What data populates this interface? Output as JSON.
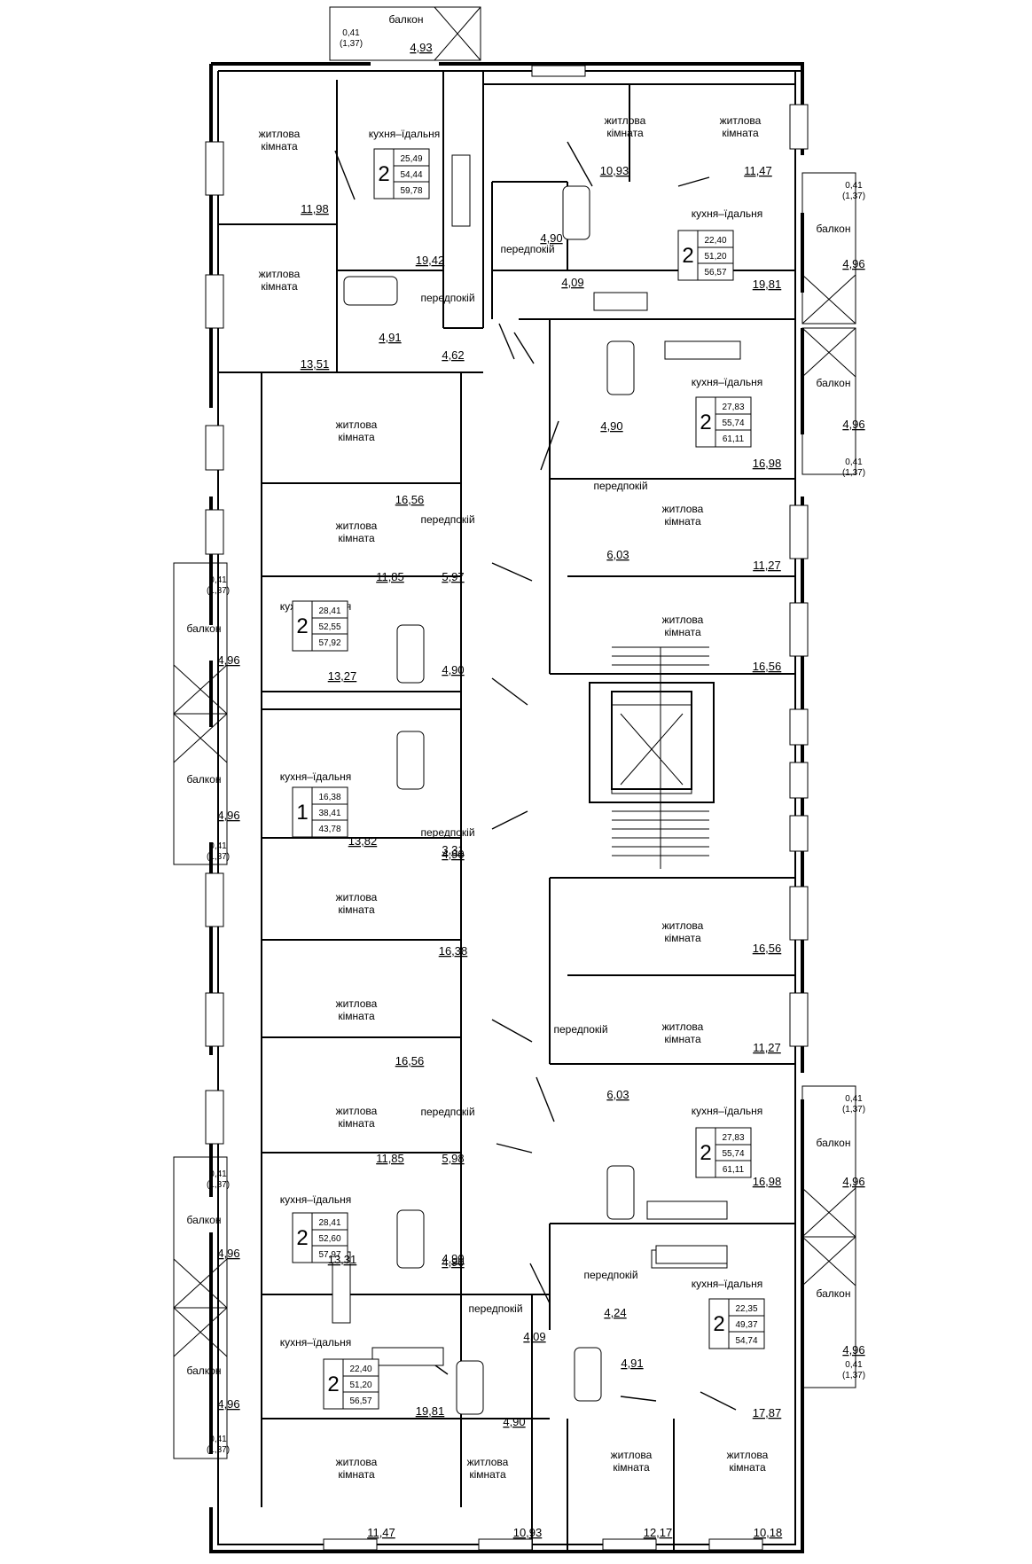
{
  "labels": {
    "living_room": [
      "житлова",
      "кімната"
    ],
    "kitchen": "кухня–їдальня",
    "hall": "передпокій",
    "balcony": "балкон"
  },
  "apartments": [
    {
      "rooms": "2",
      "areas": [
        "25,49",
        "54,44",
        "59,78"
      ]
    },
    {
      "rooms": "2",
      "areas": [
        "22,40",
        "51,20",
        "56,57"
      ]
    },
    {
      "rooms": "2",
      "areas": [
        "27,83",
        "55,74",
        "61,11"
      ]
    },
    {
      "rooms": "2",
      "areas": [
        "28,41",
        "52,55",
        "57,92"
      ]
    },
    {
      "rooms": "1",
      "areas": [
        "16,38",
        "38,41",
        "43,78"
      ]
    },
    {
      "rooms": "2",
      "areas": [
        "27,83",
        "55,74",
        "61,11"
      ]
    },
    {
      "rooms": "2",
      "areas": [
        "28,41",
        "52,60",
        "57,97"
      ]
    },
    {
      "rooms": "2",
      "areas": [
        "22,35",
        "49,37",
        "54,74"
      ]
    },
    {
      "rooms": "2",
      "areas": [
        "22,40",
        "51,20",
        "56,57"
      ]
    }
  ],
  "area_values": [
    "4,93",
    "11,98",
    "19,42",
    "13,51",
    "4,91",
    "4,62",
    "10,93",
    "11,47",
    "4,90",
    "4,09",
    "19,81",
    "4,96",
    "4,90",
    "16,98",
    "4,96",
    "6,03",
    "11,27",
    "16,56",
    "16,56",
    "11,85",
    "5,97",
    "4,96",
    "13,27",
    "4,90",
    "4,90",
    "4,96",
    "13,82",
    "3,31",
    "16,38",
    "16,56",
    "16,56",
    "11,27",
    "6,03",
    "11,85",
    "5,98",
    "4,90",
    "16,98",
    "4,96",
    "4,96",
    "13,31",
    "4,90",
    "4,24",
    "4,91",
    "4,09",
    "4,96",
    "19,81",
    "4,90",
    "17,87",
    "4,96",
    "11,47",
    "10,93",
    "12,17",
    "10,18"
  ],
  "balcony_ratio": {
    "value": "0,41",
    "paren": "(1,37)"
  }
}
